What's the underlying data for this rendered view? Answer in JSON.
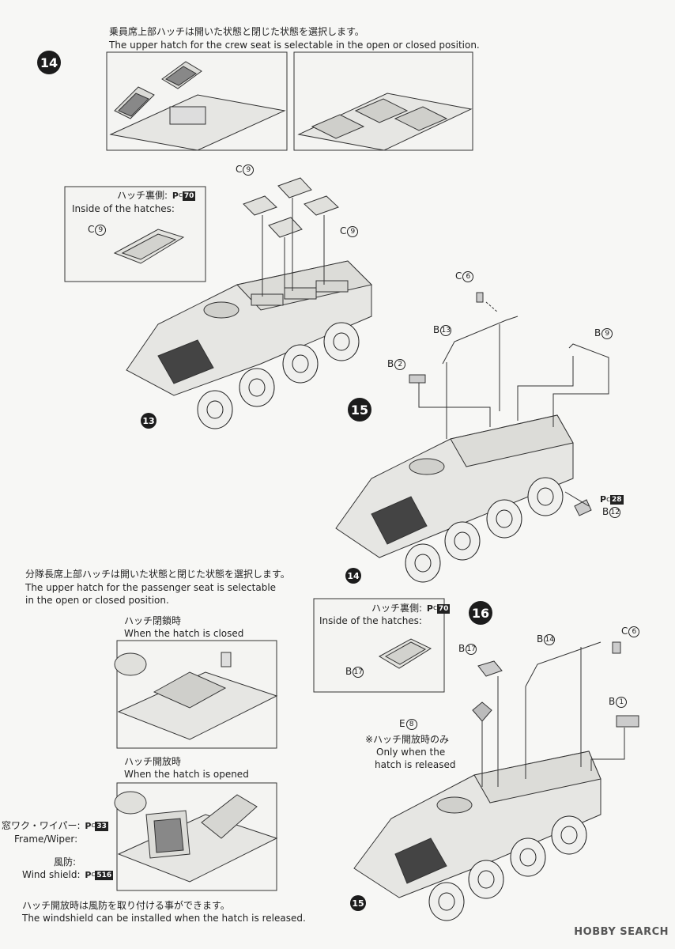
{
  "step14": {
    "number": "14",
    "note_jp": "乗員席上部ハッチは開いた状態と閉じた状態を選択します。",
    "note_en": "The upper hatch for the crew seat is selectable in the open or closed position.",
    "inset": {
      "label_jp": "ハッチ裏側",
      "label_en": "Inside of the hatches:",
      "paint": "70",
      "part": "C",
      "part_num": "9"
    },
    "parts": [
      {
        "letter": "C",
        "num": "9"
      },
      {
        "letter": "C",
        "num": "9"
      }
    ],
    "subassembly_ref": "13"
  },
  "step15": {
    "number": "15",
    "parts": [
      {
        "letter": "C",
        "num": "6"
      },
      {
        "letter": "B",
        "num": "13"
      },
      {
        "letter": "B",
        "num": "9"
      },
      {
        "letter": "B",
        "num": "2"
      },
      {
        "letter": "B",
        "num": "12"
      }
    ],
    "paint_b12": "28",
    "subassembly_ref": "14"
  },
  "passenger_note": {
    "note_jp": "分隊長席上部ハッチは開いた状態と閉じた状態を選択します。",
    "note_en_1": "The upper hatch for the passenger seat is selectable",
    "note_en_2": "in the open or closed position.",
    "closed_jp": "ハッチ閉鎖時",
    "closed_en": "When the hatch is closed",
    "opened_jp": "ハッチ開放時",
    "opened_en": "When the hatch is opened",
    "frame_jp": "窓ワク・ワイパー:",
    "frame_en": "Frame/Wiper:",
    "frame_paint": "33",
    "shield_jp": "風防:",
    "shield_en": "Wind shield:",
    "shield_paint": "516",
    "bottom_jp": "ハッチ開放時は風防を取り付ける事ができます。",
    "bottom_en": "The windshield can be installed when the hatch is released."
  },
  "step16": {
    "number": "16",
    "inset": {
      "label_jp": "ハッチ裏側",
      "label_en": "Inside of the hatches:",
      "paint": "70",
      "part": "B",
      "part_num": "17"
    },
    "parts": [
      {
        "letter": "B",
        "num": "17"
      },
      {
        "letter": "B",
        "num": "14"
      },
      {
        "letter": "C",
        "num": "6"
      },
      {
        "letter": "B",
        "num": "1"
      },
      {
        "letter": "E",
        "num": "8"
      }
    ],
    "e8_note_jp": "※ハッチ開放時のみ",
    "e8_note_en_1": "Only when the",
    "e8_note_en_2": "hatch is released",
    "subassembly_ref": "15"
  },
  "watermark": "HOBBY SEARCH",
  "paint_prefix": "P",
  "paint_sub": "c"
}
